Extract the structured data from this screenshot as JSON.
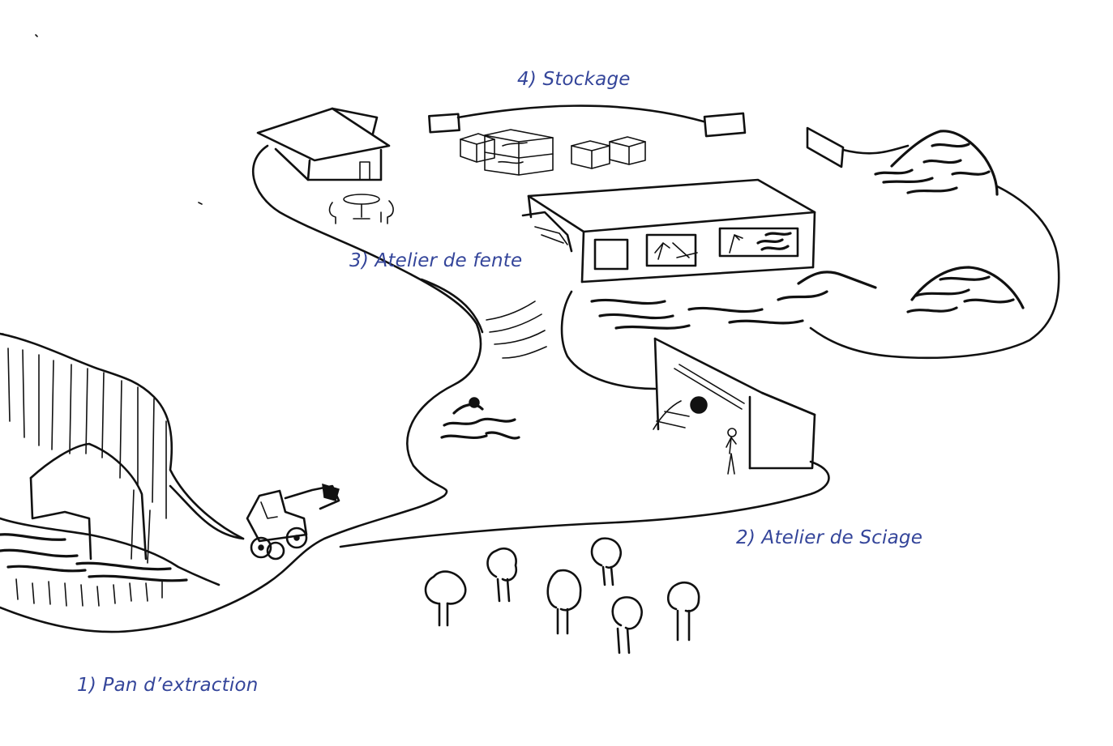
{
  "labels": {
    "stockage": "4) Stockage",
    "fente": "3) Atelier de fente",
    "sciage": "2) Atelier de Sciage",
    "extraction": "1) Pan d’extraction"
  },
  "colors": {
    "label_text": "#34459a",
    "ink": "#111111",
    "background": "#ffffff"
  }
}
